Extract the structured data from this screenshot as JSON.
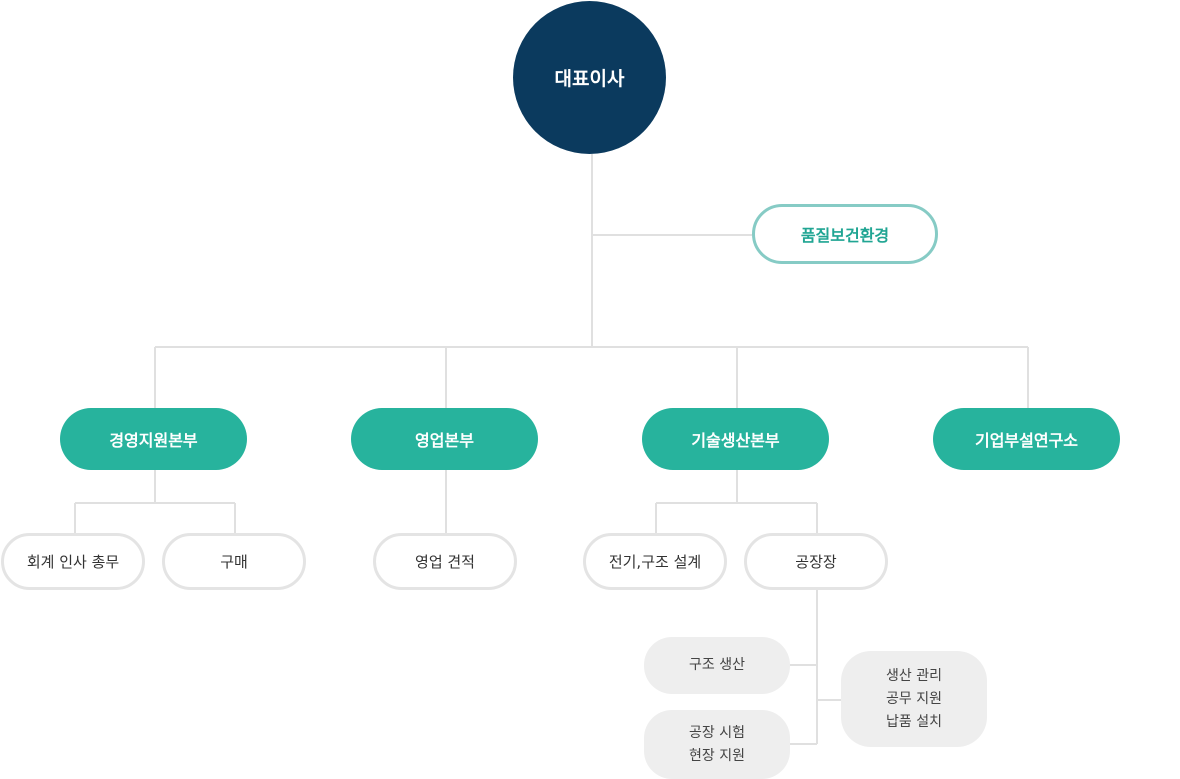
{
  "org": {
    "ceo": "대표이사",
    "qhse": "품질보건환경",
    "divisions": [
      {
        "name": "경영지원본부"
      },
      {
        "name": "영업본부"
      },
      {
        "name": "기술생산본부"
      },
      {
        "name": "기업부설연구소"
      }
    ],
    "teams": {
      "accounting": "회계 인사 총무",
      "purchasing": "구매",
      "sales_estimate": "영업 견적",
      "design": "전기,구조 설계",
      "factory_manager": "공장장"
    },
    "factory_units": {
      "structure_production": "구조 생산",
      "factory_test": "공장 시험",
      "site_support": "현장 지원",
      "production_management": "생산 관리",
      "construction_support": "공무 지원",
      "delivery_installation": "납품 설치"
    }
  },
  "colors": {
    "ceo": "#0b3a5e",
    "division": "#27b39d",
    "qhse_border": "#86cbc5",
    "qhse_text": "#20a593",
    "team_border": "#e4e4e4",
    "subunit_fill": "#eeeeee",
    "connector": "#e0e0e0"
  }
}
